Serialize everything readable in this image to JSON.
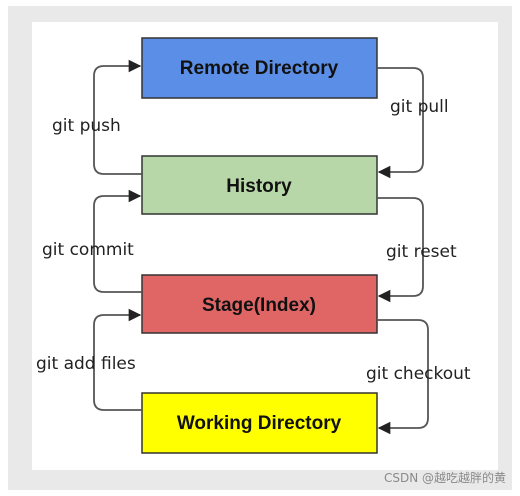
{
  "boxes": {
    "remote": {
      "label": "Remote Directory",
      "fill": "#5b8ee6"
    },
    "history": {
      "label": "History",
      "fill": "#b7d7a8"
    },
    "stage": {
      "label": "Stage(Index)",
      "fill": "#e06666"
    },
    "working": {
      "label": "Working Directory",
      "fill": "#ffff00"
    }
  },
  "edges": {
    "git_push": "git push",
    "git_pull": "git pull",
    "git_commit": "git commit",
    "git_reset": "git reset",
    "git_add_files": "git add files",
    "git_checkout": "git checkout"
  },
  "watermark": "CSDN @越吃越胖的黄",
  "colors": {
    "stroke": "#555555",
    "arrow": "#222222",
    "box_border": "#333333"
  }
}
